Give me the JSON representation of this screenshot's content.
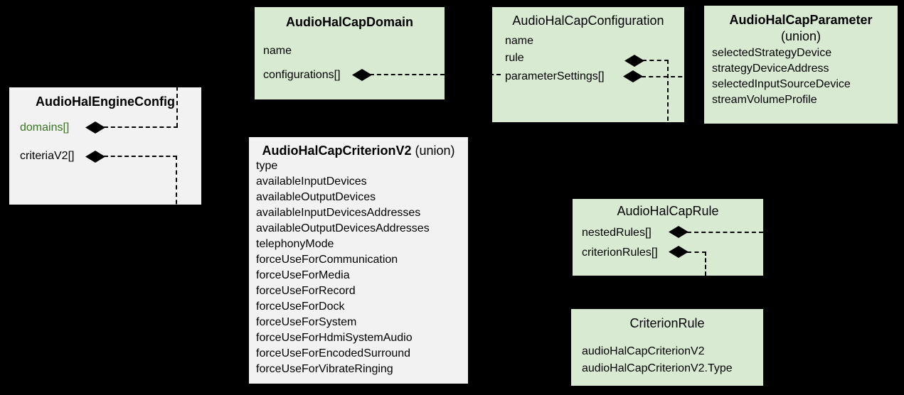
{
  "colors": {
    "background": "#000000",
    "green_box": "#d9ead3",
    "gray_box": "#f2f2f2",
    "text": "#000000",
    "accent_text": "#38761d",
    "connector": "#000000"
  },
  "boxes": {
    "engine": {
      "title": "AudioHalEngineConfig",
      "fields": [
        "domains[]",
        "criteriaV2[]"
      ]
    },
    "domain": {
      "title": "AudioHalCapDomain",
      "fields": [
        "name",
        "configurations[]"
      ]
    },
    "configuration": {
      "title": "AudioHalCapConfiguration",
      "fields": [
        "name",
        "rule",
        "parameterSettings[]"
      ]
    },
    "parameter": {
      "title": "AudioHalCapParameter",
      "subtitle": "(union)",
      "fields": [
        "selectedStrategyDevice",
        "strategyDeviceAddress",
        "selectedInputSourceDevice",
        "streamVolumeProfile"
      ]
    },
    "criterionv2": {
      "title": "AudioHalCapCriterionV2",
      "title_suffix": "(union)",
      "fields": [
        "type",
        "availableInputDevices",
        "availableOutputDevices",
        "availableInputDevicesAddresses",
        "availableOutputDevicesAddresses",
        "telephonyMode",
        "forceUseForCommunication",
        "forceUseForMedia",
        "forceUseForRecord",
        "forceUseForDock",
        "forceUseForSystem",
        "forceUseForHdmiSystemAudio",
        "forceUseForEncodedSurround",
        "forceUseForVibrateRinging"
      ]
    },
    "rule": {
      "title": "AudioHalCapRule",
      "fields": [
        "nestedRules[]",
        "criterionRules[]"
      ]
    },
    "criterion_rule": {
      "title": "CriterionRule",
      "fields": [
        "audioHalCapCriterionV2",
        "audioHalCapCriterionV2.Type"
      ]
    }
  },
  "relations": [
    {
      "from": "AudioHalEngineConfig.domains[]",
      "to": "AudioHalCapDomain",
      "type": "composition"
    },
    {
      "from": "AudioHalEngineConfig.criteriaV2[]",
      "to": "AudioHalCapCriterionV2",
      "type": "composition"
    },
    {
      "from": "AudioHalCapDomain.configurations[]",
      "to": "AudioHalCapConfiguration",
      "type": "composition"
    },
    {
      "from": "AudioHalCapConfiguration.rule",
      "to": "AudioHalCapRule",
      "type": "composition"
    },
    {
      "from": "AudioHalCapConfiguration.parameterSettings[]",
      "to": "AudioHalCapParameter",
      "type": "composition"
    },
    {
      "from": "AudioHalCapRule.nestedRules[]",
      "to": "AudioHalCapRule",
      "type": "composition"
    },
    {
      "from": "AudioHalCapRule.criterionRules[]",
      "to": "CriterionRule",
      "type": "composition"
    }
  ]
}
